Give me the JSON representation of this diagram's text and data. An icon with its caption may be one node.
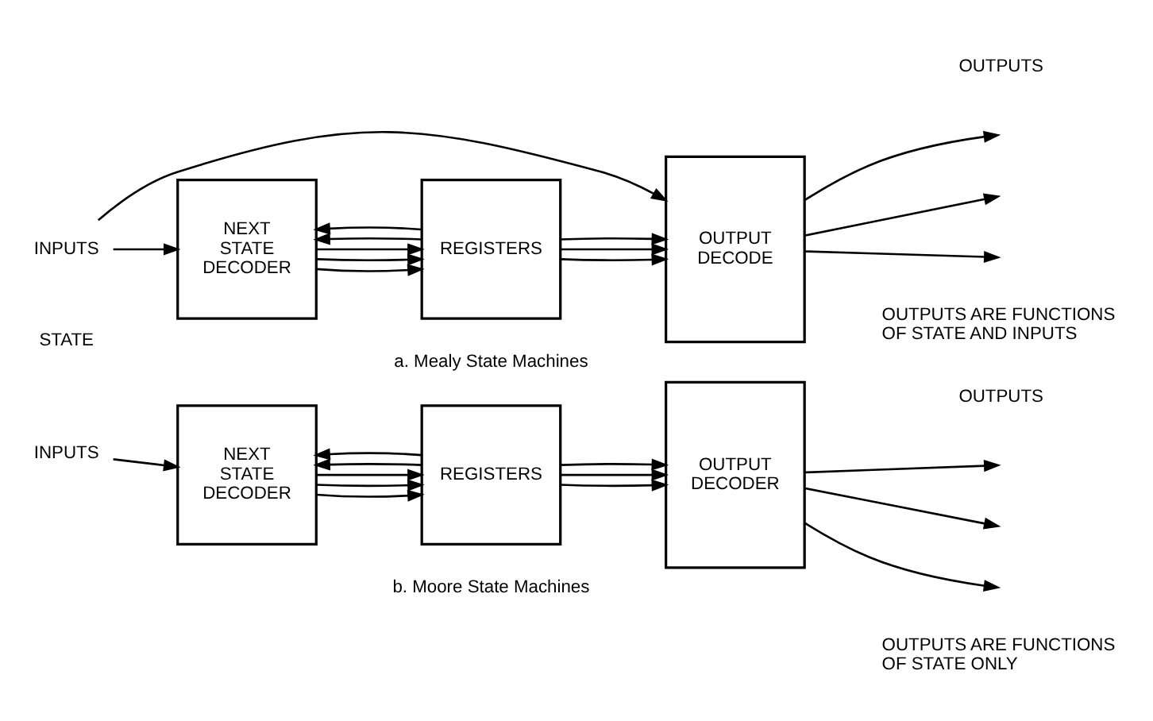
{
  "diagram": {
    "nodes": [
      {
        "text": [
          "INPUTS"
        ]
      },
      {
        "text": [
          "NEXT STATE DECODER"
        ]
      },
      {
        "text": [
          "REGISTERS"
        ]
      },
      {
        "text": [
          "OUTPUT DECODE"
        ]
      },
      {
        "text": [
          "INPUTS"
        ]
      },
      {
        "text": [
          "NEXT STATE DECODER"
        ]
      },
      {
        "text": [
          "REGISTERS"
        ]
      },
      {
        "text": [
          "OUTPUT DECODER"
        ]
      }
    ],
    "edges": [
      {
        "from": 0,
        "to": 1,
        "arrow": "to"
      },
      {
        "from": 0,
        "to": 3,
        "arrow": "to"
      },
      {
        "from": 1,
        "to": 2,
        "arrow": "to"
      },
      {
        "from": 1,
        "to": 2,
        "arrow": "to"
      },
      {
        "from": 1,
        "to": 2,
        "arrow": "to"
      },
      {
        "from": 2,
        "to": 3,
        "arrow": "to"
      },
      {
        "from": 2,
        "to": 3,
        "arrow": "to"
      },
      {
        "from": 2,
        "to": 3,
        "arrow": "to"
      },
      {
        "from": 2,
        "to": 1,
        "arrow": "to"
      },
      {
        "from": 2,
        "to": 1,
        "arrow": "to"
      },
      {
        "from": 3,
        "to": null,
        "arrow": "to"
      },
      {
        "from": 3,
        "to": null,
        "arrow": "to"
      },
      {
        "from": 3,
        "to": null,
        "arrow": "to"
      },
      {
        "from": 4,
        "to": 5,
        "arrow": "to"
      },
      {
        "from": 5,
        "to": 6,
        "arrow": "to"
      },
      {
        "from": 5,
        "to": 6,
        "arrow": "to"
      },
      {
        "from": 5,
        "to": 6,
        "arrow": "to"
      },
      {
        "from": 6,
        "to": 7,
        "arrow": "to"
      },
      {
        "from": 6,
        "to": 7,
        "arrow": "to"
      },
      {
        "from": 6,
        "to": 7,
        "arrow": "to"
      },
      {
        "from": 6,
        "to": 5,
        "arrow": "to"
      },
      {
        "from": 6,
        "to": 5,
        "arrow": "to"
      },
      {
        "from": 7,
        "to": null,
        "arrow": "to"
      },
      {
        "from": 7,
        "to": null,
        "arrow": "to"
      },
      {
        "from": 7,
        "to": null,
        "arrow": "to"
      }
    ],
    "labels": [
      "STATE",
      "OUTPUTS",
      "OUTPUTS ARE FUNCTIONS OF STATE AND INPUTS",
      "a. Mealy State Machines",
      "OUTPUTS",
      "OUTPUTS ARE FUNCTIONS OF STATE ONLY",
      "b. Moore State Machines"
    ]
  }
}
